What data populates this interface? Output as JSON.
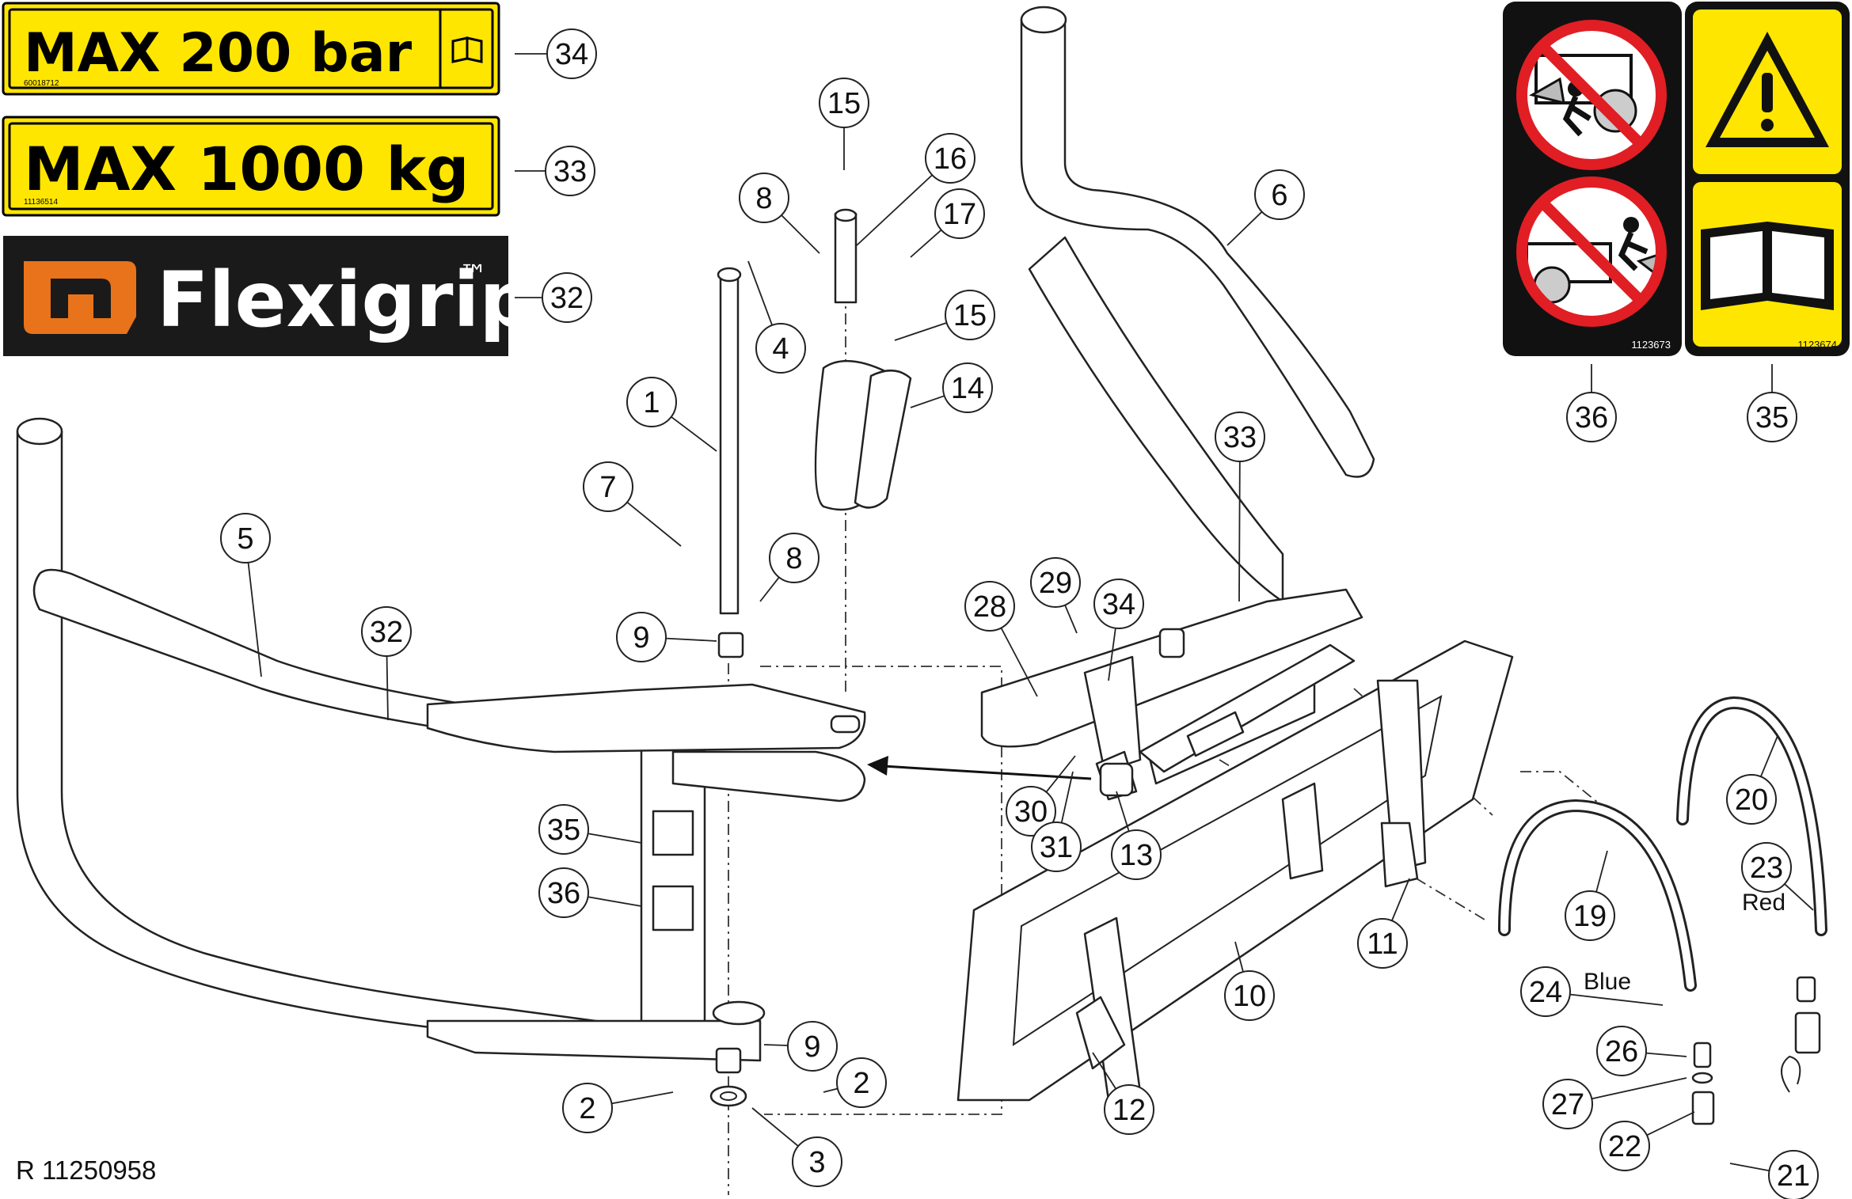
{
  "drawing_ref": "R 11250958",
  "decals": {
    "max_pressure": {
      "text": "MAX 200 bar",
      "code": "60018712",
      "callout": "34"
    },
    "max_load": {
      "text": "MAX 1000 kg",
      "code": "11136514",
      "callout": "33"
    },
    "brand": {
      "text": "Flexigrip",
      "trademark": "™",
      "callout": "32"
    },
    "warning_crush": {
      "code": "1123673",
      "callout": "36"
    },
    "warning_manual": {
      "code": "1123674",
      "callout": "35"
    }
  },
  "hose_colors": {
    "red": "Red",
    "blue": "Blue"
  },
  "colors": {
    "decal_yellow": "#ffe600",
    "brand_orange": "#e8731a",
    "brand_bg": "#1a1a1a",
    "prohibit_red": "#e01e24"
  },
  "callouts": [
    {
      "id": "c1",
      "n": "1"
    },
    {
      "id": "c2a",
      "n": "2"
    },
    {
      "id": "c2b",
      "n": "2"
    },
    {
      "id": "c3",
      "n": "3"
    },
    {
      "id": "c4",
      "n": "4"
    },
    {
      "id": "c5",
      "n": "5"
    },
    {
      "id": "c6",
      "n": "6"
    },
    {
      "id": "c7",
      "n": "7"
    },
    {
      "id": "c8a",
      "n": "8"
    },
    {
      "id": "c8b",
      "n": "8"
    },
    {
      "id": "c9a",
      "n": "9"
    },
    {
      "id": "c9b",
      "n": "9"
    },
    {
      "id": "c10",
      "n": "10"
    },
    {
      "id": "c11",
      "n": "11"
    },
    {
      "id": "c12",
      "n": "12"
    },
    {
      "id": "c13",
      "n": "13"
    },
    {
      "id": "c14",
      "n": "14"
    },
    {
      "id": "c15a",
      "n": "15"
    },
    {
      "id": "c15b",
      "n": "15"
    },
    {
      "id": "c16",
      "n": "16"
    },
    {
      "id": "c17",
      "n": "17"
    },
    {
      "id": "c19",
      "n": "19"
    },
    {
      "id": "c20",
      "n": "20"
    },
    {
      "id": "c21",
      "n": "21"
    },
    {
      "id": "c22",
      "n": "22"
    },
    {
      "id": "c23",
      "n": "23"
    },
    {
      "id": "c24",
      "n": "24"
    },
    {
      "id": "c26",
      "n": "26"
    },
    {
      "id": "c27",
      "n": "27"
    },
    {
      "id": "c28",
      "n": "28"
    },
    {
      "id": "c29",
      "n": "29"
    },
    {
      "id": "c30",
      "n": "30"
    },
    {
      "id": "c31",
      "n": "31"
    },
    {
      "id": "c32",
      "n": "32"
    },
    {
      "id": "c33",
      "n": "33"
    },
    {
      "id": "c34",
      "n": "34"
    },
    {
      "id": "c35",
      "n": "35"
    },
    {
      "id": "c36",
      "n": "36"
    }
  ]
}
